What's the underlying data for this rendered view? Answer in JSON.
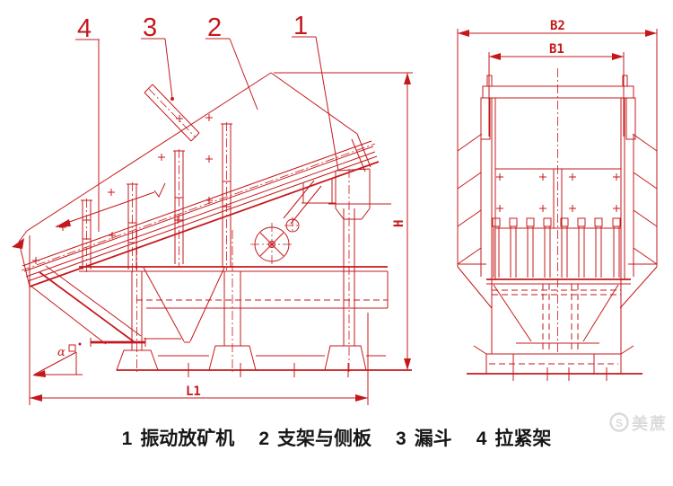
{
  "callouts": {
    "c1": "1",
    "c2": "2",
    "c3": "3",
    "c4": "4"
  },
  "dimensions": {
    "b2": "B2",
    "b1": "B1",
    "h": "H",
    "l1": "L1",
    "alpha": "α"
  },
  "legend": {
    "items": [
      {
        "num": "1",
        "label": "振动放矿机"
      },
      {
        "num": "2",
        "label": "支架与侧板"
      },
      {
        "num": "3",
        "label": "漏斗"
      },
      {
        "num": "4",
        "label": "拉紧架"
      }
    ]
  },
  "watermark": {
    "icon_letter": "S",
    "text": "美蔗"
  },
  "colors": {
    "line_red": "#c4191c",
    "legend_text": "#161616",
    "watermark_gray": "#dadada"
  }
}
